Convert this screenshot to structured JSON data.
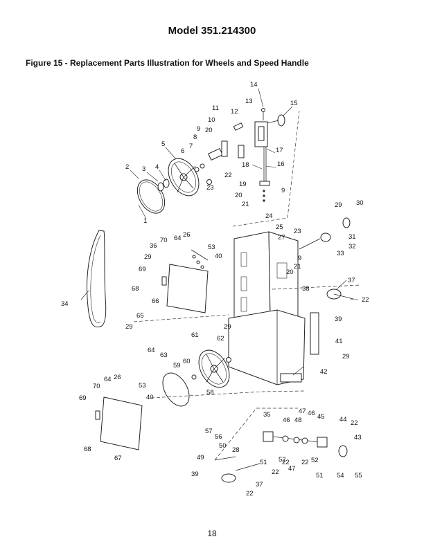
{
  "header": {
    "model": "Model 351.214300"
  },
  "figure": {
    "title": "Figure 15 - Replacement Parts Illustration for Wheels and Speed Handle"
  },
  "footer": {
    "page_number": "18"
  },
  "callouts": [
    "1",
    "2",
    "3",
    "4",
    "5",
    "6",
    "7",
    "8",
    "9",
    "9",
    "9",
    "10",
    "11",
    "12",
    "13",
    "14",
    "15",
    "16",
    "17",
    "18",
    "19",
    "20",
    "20",
    "20",
    "21",
    "21",
    "22",
    "22",
    "22",
    "22",
    "22",
    "22",
    "22",
    "23",
    "23",
    "24",
    "25",
    "26",
    "26",
    "27",
    "28",
    "29",
    "29",
    "29",
    "29",
    "29",
    "30",
    "31",
    "32",
    "33",
    "34",
    "35",
    "36",
    "37",
    "37",
    "38",
    "39",
    "39",
    "40",
    "40",
    "41",
    "42",
    "43",
    "44",
    "45",
    "46",
    "46",
    "47",
    "47",
    "48",
    "49",
    "50",
    "51",
    "51",
    "52",
    "52",
    "53",
    "53",
    "54",
    "55",
    "56",
    "57",
    "58",
    "59",
    "60",
    "61",
    "62",
    "63",
    "64",
    "64",
    "64",
    "65",
    "66",
    "67",
    "68",
    "68",
    "69",
    "69",
    "70",
    "70"
  ]
}
